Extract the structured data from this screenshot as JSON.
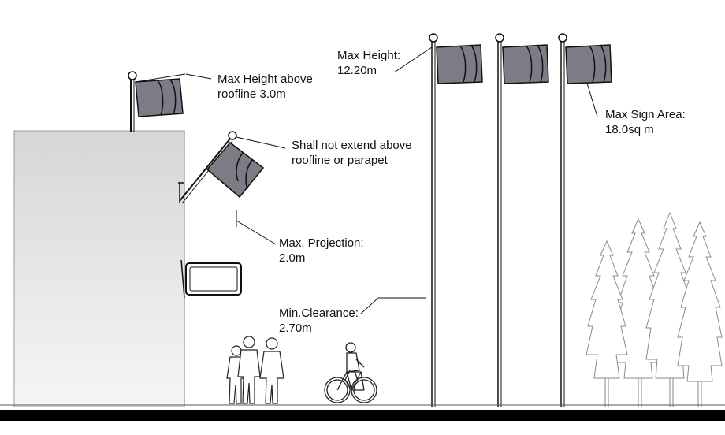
{
  "annotations": {
    "max_height_roofline": {
      "line1": "Max Height above",
      "line2": "roofline 3.0m"
    },
    "no_extend": {
      "line1": "Shall not extend above",
      "line2": "roofline or parapet"
    },
    "max_projection": {
      "line1": "Max. Projection:",
      "line2": "2.0m"
    },
    "min_clearance": {
      "line1": "Min.Clearance:",
      "line2": "2.70m"
    },
    "max_height": {
      "line1": "Max Height:",
      "line2": "12.20m"
    },
    "max_sign_area": {
      "line1": "Max Sign Area:",
      "line2": "18.0sq m"
    }
  },
  "colors": {
    "flag_fill": "#7d7c86",
    "building_top": "#d6d6d6",
    "building_bottom": "#f6f6f6",
    "ink": "#111111",
    "ground": "#000000"
  },
  "icons": [
    "flagpole-icon",
    "flag-icon",
    "tree-icon",
    "pedestrian-icon",
    "cyclist-icon"
  ]
}
